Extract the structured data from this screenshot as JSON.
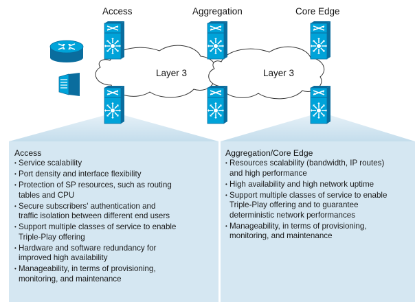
{
  "columns": {
    "access": "Access",
    "aggregation": "Aggregation",
    "core_edge": "Core Edge"
  },
  "layers": {
    "left": "Layer 3",
    "right": "Layer 3"
  },
  "colors": {
    "device_face": "#00a3d9",
    "device_dark": "#0a6d9e",
    "panel_bg": "#d5e7f2",
    "beam": "#c4ddec"
  },
  "icons": {
    "router": "router-icon",
    "server": "server-icon",
    "switch": "layer3-switch-icon",
    "cloud": "cloud-icon"
  },
  "panels": {
    "access": {
      "title": "Access",
      "items": [
        [
          "Service scalability"
        ],
        [
          "Port density and interface flexibility"
        ],
        [
          "Protection of SP resources, such as routing",
          "tables and CPU"
        ],
        [
          "Secure subscribers' authentication and",
          "traffic isolation between different end users"
        ],
        [
          "Support multiple classes of service to enable",
          "Triple-Play offering"
        ],
        [
          "Hardware and software redundancy for",
          "improved high availability"
        ],
        [
          "Manageability, in terms of provisioning,",
          "monitoring, and maintenance"
        ]
      ]
    },
    "core_edge": {
      "title": "Aggregation/Core Edge",
      "items": [
        [
          "Resources scalability (bandwidth, IP routes)",
          "and high performance"
        ],
        [
          "High availability and high network uptime"
        ],
        [
          "Support multiple classes of service to enable",
          "Triple-Play offering and to guarantee",
          "deterministic network performances"
        ],
        [
          "Manageability, in terms of provisioning,",
          "monitoring, and maintenance"
        ]
      ]
    }
  }
}
